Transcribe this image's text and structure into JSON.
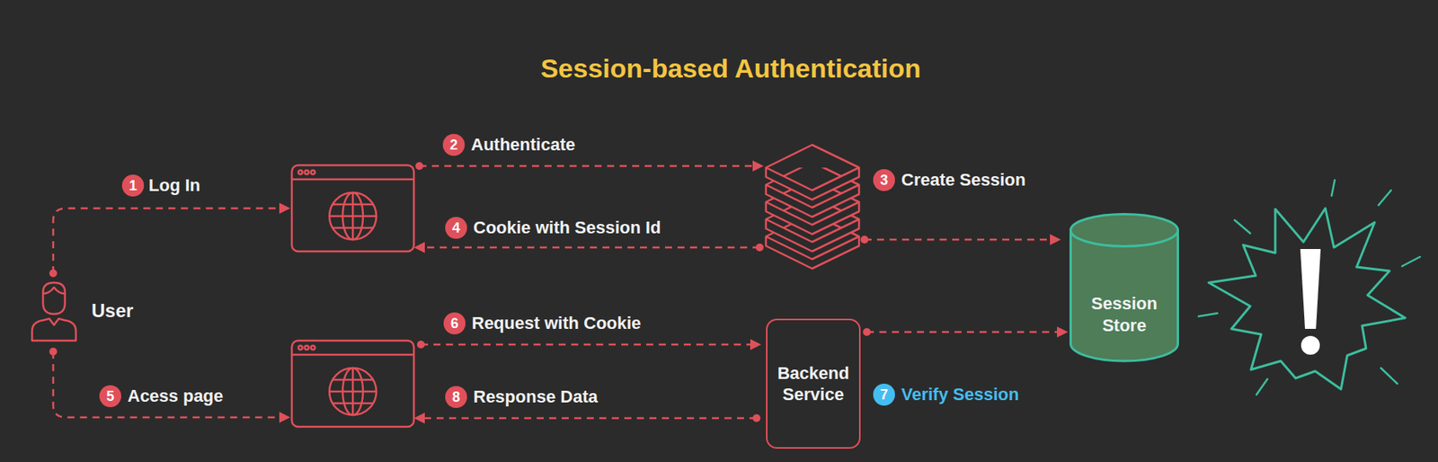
{
  "diagram": {
    "title": "Session-based Authentication",
    "nodes": [
      {
        "text": [
          "User"
        ]
      },
      {
        "text": [
          "Backend Service"
        ]
      },
      {
        "text": [
          "Session Store"
        ]
      }
    ],
    "edges": [
      {
        "from": 1,
        "to": 2,
        "arrow": "to"
      }
    ],
    "labels": [
      "1",
      "Log In",
      "2",
      "Authenticate",
      "3",
      "Create Session",
      "4",
      "Cookie with Session Id",
      "5",
      "Acess page",
      "6",
      "Request with Cookie",
      "7",
      "Verify Session",
      "8",
      "Response Data"
    ]
  }
}
